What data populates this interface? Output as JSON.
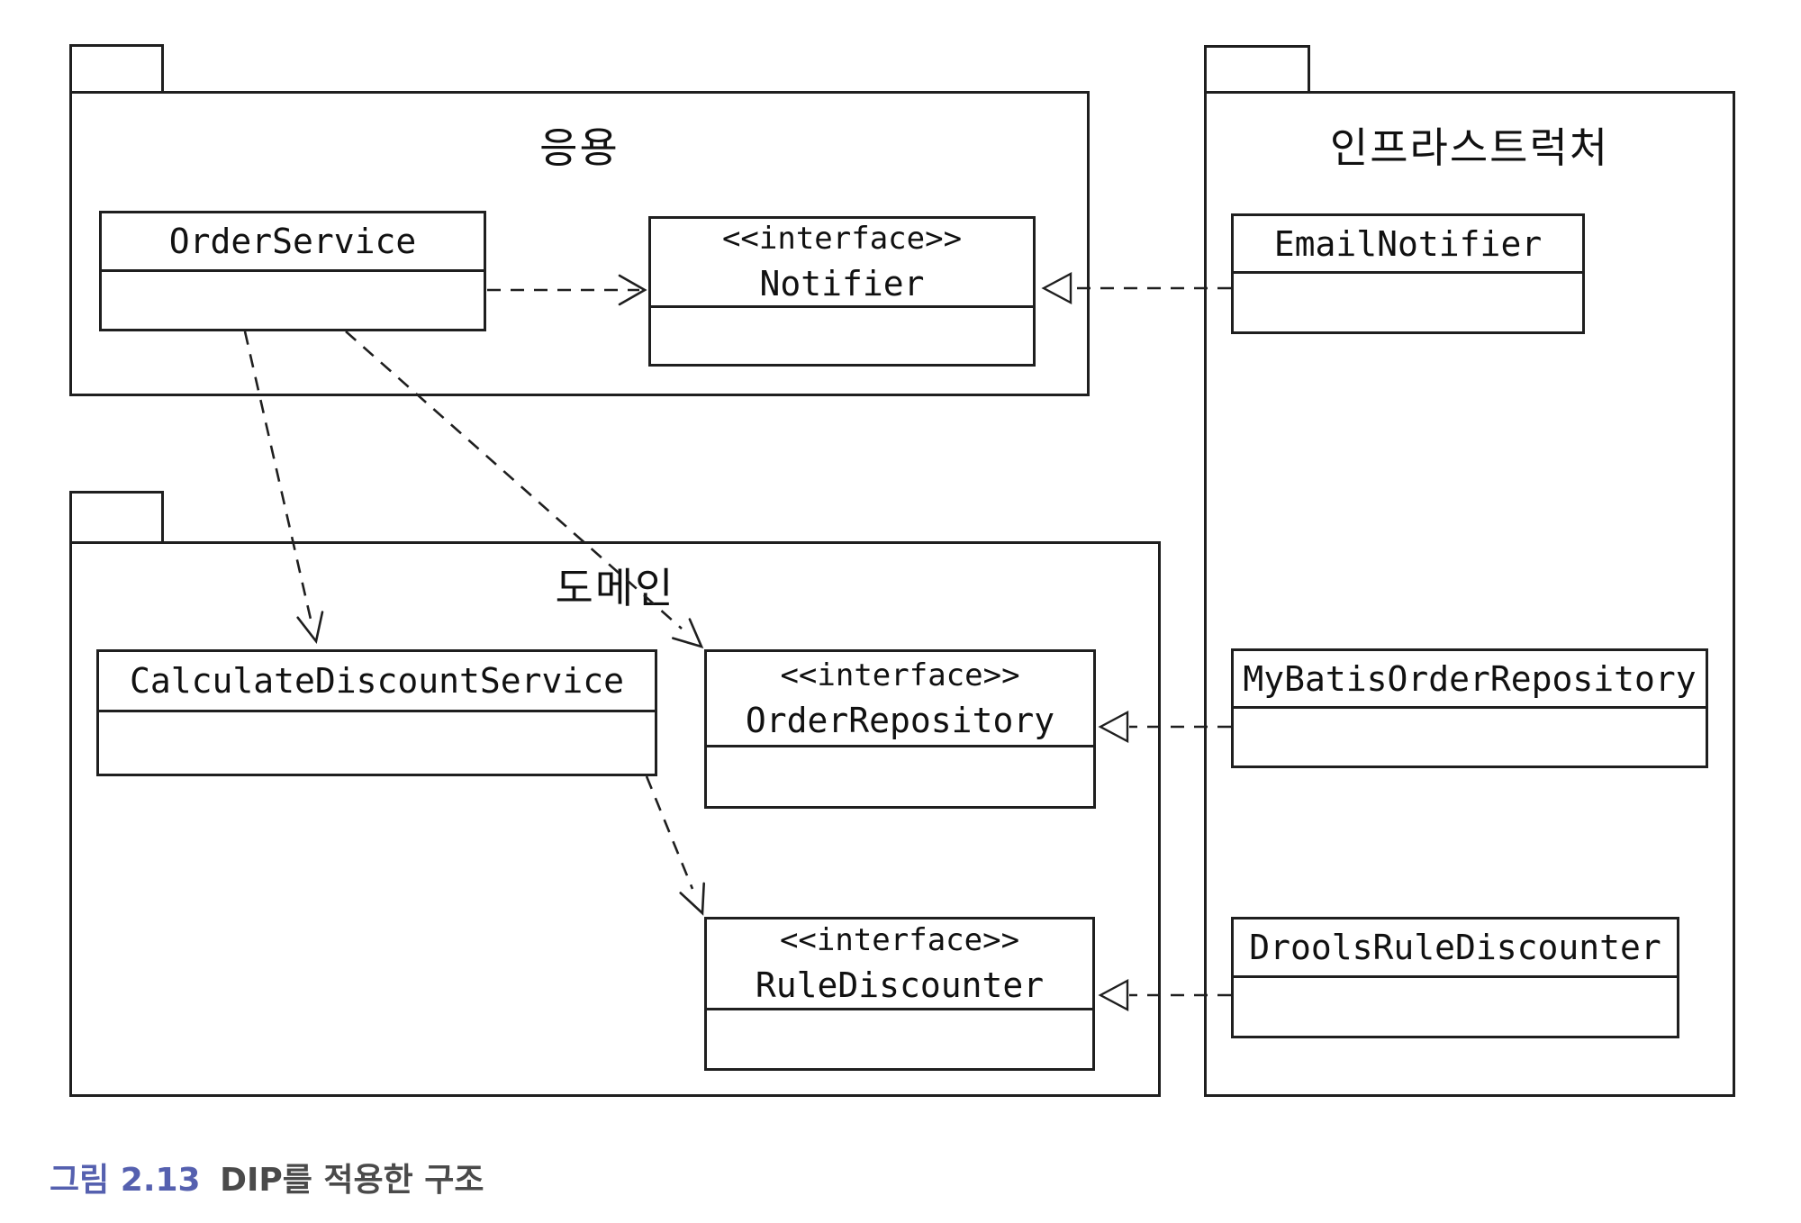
{
  "packages": {
    "application": {
      "label": "응용"
    },
    "domain": {
      "label": "도메인"
    },
    "infrastructure": {
      "label": "인프라스트럭처"
    }
  },
  "classes": {
    "order_service": {
      "name": "OrderService"
    },
    "calculate_discount_service": {
      "name": "CalculateDiscountService"
    },
    "email_notifier": {
      "name": "EmailNotifier"
    },
    "mybatis_order_repository": {
      "name": "MyBatisOrderRepository"
    },
    "drools_rule_discounter": {
      "name": "DroolsRuleDiscounter"
    }
  },
  "interfaces": {
    "notifier": {
      "stereotype": "<<interface>>",
      "name": "Notifier"
    },
    "order_repository": {
      "stereotype": "<<interface>>",
      "name": "OrderRepository"
    },
    "rule_discounter": {
      "stereotype": "<<interface>>",
      "name": "RuleDiscounter"
    }
  },
  "relations": [
    {
      "from": "OrderService",
      "to": "Notifier",
      "type": "dependency"
    },
    {
      "from": "OrderService",
      "to": "CalculateDiscountService",
      "type": "dependency"
    },
    {
      "from": "OrderService",
      "to": "OrderRepository",
      "type": "dependency"
    },
    {
      "from": "CalculateDiscountService",
      "to": "RuleDiscounter",
      "type": "dependency"
    },
    {
      "from": "EmailNotifier",
      "to": "Notifier",
      "type": "realization"
    },
    {
      "from": "MyBatisOrderRepository",
      "to": "OrderRepository",
      "type": "realization"
    },
    {
      "from": "DroolsRuleDiscounter",
      "to": "RuleDiscounter",
      "type": "realization"
    }
  ],
  "caption": {
    "figure_label": "그림 2.13",
    "text": "DIP를 적용한 구조"
  },
  "colors": {
    "line": "#1f1f1f",
    "caption_label": "#5560af",
    "caption_text": "#4a4a4a",
    "background": "#ffffff"
  }
}
